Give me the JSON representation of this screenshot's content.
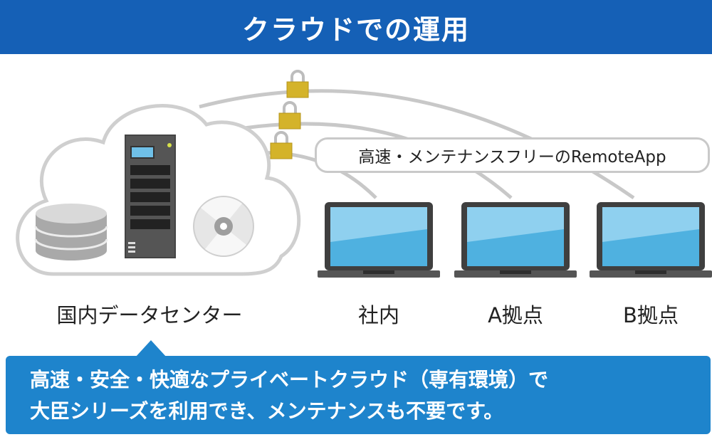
{
  "header": {
    "title": "クラウドでの運用"
  },
  "cloud": {
    "label": "国内データセンター"
  },
  "connection": {
    "label": "高速・メンテナンスフリーのRemoteApp"
  },
  "sites": [
    {
      "label": "社内"
    },
    {
      "label": "A拠点"
    },
    {
      "label": "B拠点"
    }
  ],
  "note": {
    "line1": "高速・安全・快適なプライベートクラウド（専有環境）で",
    "line2": "大臣シリーズを利用でき、メンテナンスも不要です。"
  },
  "colors": {
    "header": "#1560b6",
    "note": "#1e84cc",
    "lock": "#d4b32a",
    "screen": "#4fb1e0"
  }
}
